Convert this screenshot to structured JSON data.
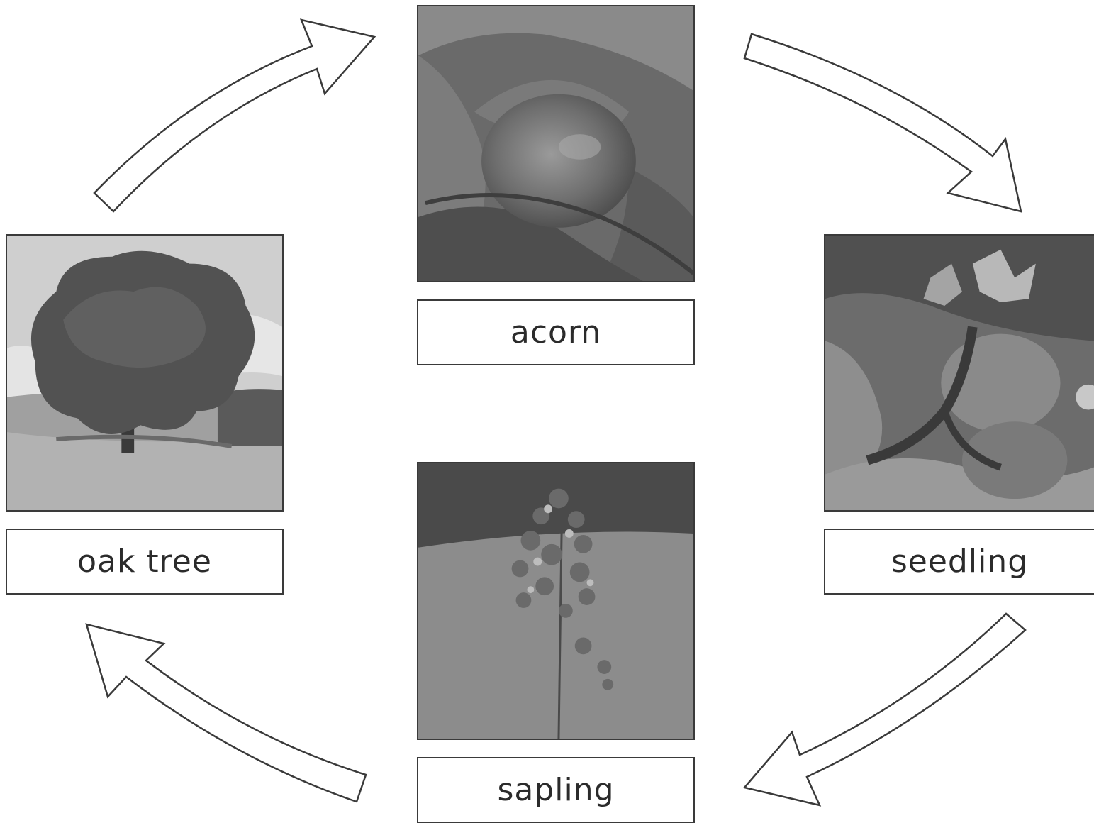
{
  "stages": [
    {
      "id": "acorn",
      "label": "acorn"
    },
    {
      "id": "seedling",
      "label": "seedling"
    },
    {
      "id": "sapling",
      "label": "sapling"
    },
    {
      "id": "oak-tree",
      "label": "oak tree"
    }
  ],
  "colors": {
    "border": "#3a3a3a",
    "arrow_fill": "#ffffff",
    "text": "#2b2b2b"
  }
}
